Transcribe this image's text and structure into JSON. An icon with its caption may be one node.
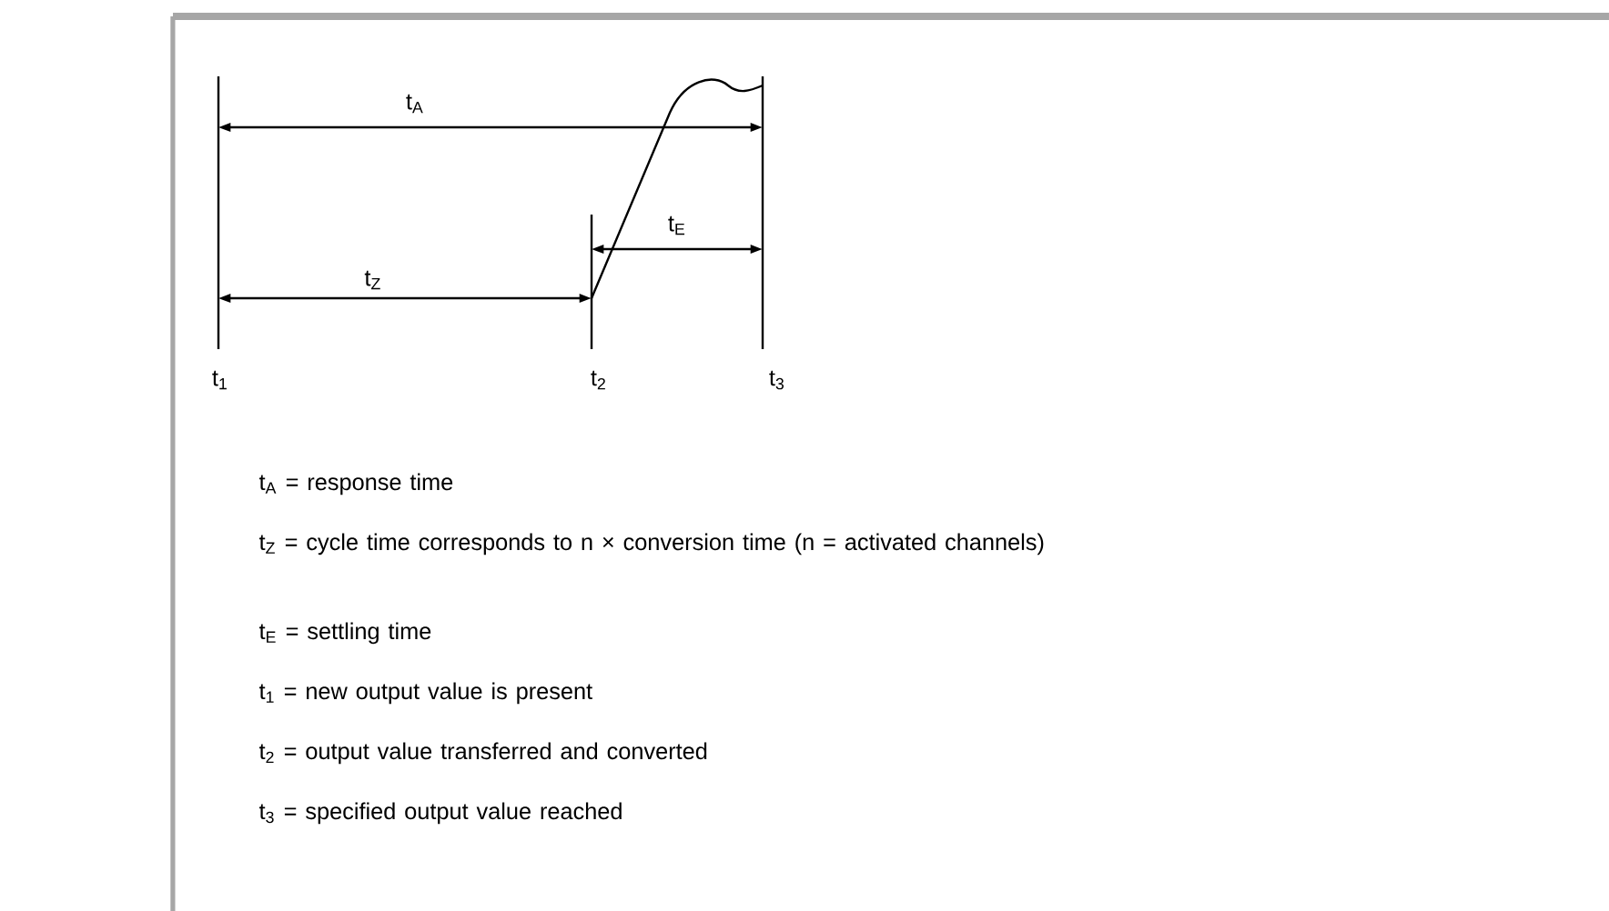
{
  "diagram": {
    "labels": [
      "t$_{A}$",
      "t$_{E}$",
      "t$_{Z}$",
      "t$_{1}$",
      "t$_{2}$",
      "t$_{3}$",
      "t$_{A}$ = response time",
      "t$_{Z}$ = cycle time corresponds to n × conversion time (n = activated channels)",
      "t$_{E}$ = settling time",
      "t$_{1}$ = new output value is present",
      "t$_{2}$ = output value transferred and converted",
      "t$_{3}$ = specified output value reached"
    ]
  }
}
